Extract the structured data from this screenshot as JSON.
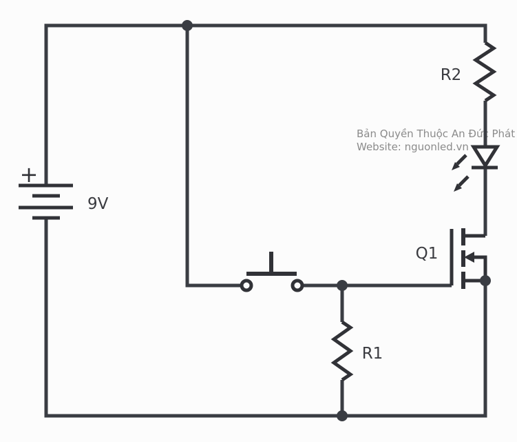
{
  "colors": {
    "bg": "#fcfcfc",
    "wire": "#3a3d43",
    "component": "#313237",
    "label": "#3a3b40",
    "watermark": "#8b8b8b"
  },
  "schematic": {
    "battery": {
      "value": "9V",
      "polarity_mark": "+"
    },
    "resistor_r2": {
      "label": "R2"
    },
    "resistor_r1": {
      "label": "R1"
    },
    "mosfet_q1": {
      "label": "Q1"
    },
    "led": {
      "name": "led-indicator"
    },
    "pushbutton": {
      "name": "momentary-pushbutton"
    },
    "watermark": {
      "line1": "Bản Quyền Thuộc An Đức Phát",
      "line2": "Website: nguonled.vn"
    }
  }
}
